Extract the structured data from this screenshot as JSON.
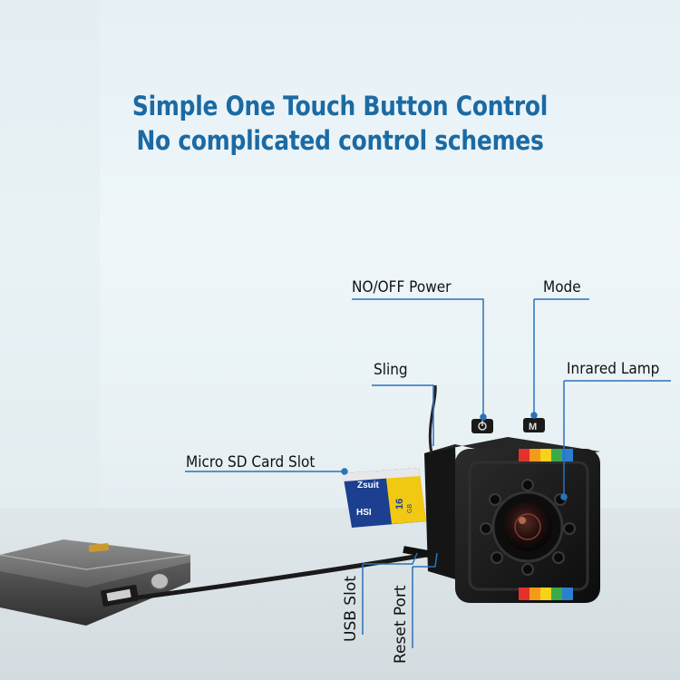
{
  "headline": {
    "line1": "Simple One Touch Button Control",
    "line2": "No complicated control schemes"
  },
  "labels": {
    "power": "NO/OFF Power",
    "mode": "Mode",
    "sling": "Sling",
    "infrared": "Inrared Lamp",
    "sd_slot": "Micro SD Card Slot",
    "usb": "USB Slot",
    "reset": "Reset Port"
  },
  "sd_card": {
    "brand": "Zsuit",
    "capacity": "16",
    "unit": "GB",
    "type": "HSI"
  },
  "colors": {
    "headline": "#1b6aa3",
    "leader": "#2a73b8",
    "camera_body": "#1a1a1a",
    "sd_blue": "#1c3f8f",
    "sd_yellow": "#f2c912"
  }
}
